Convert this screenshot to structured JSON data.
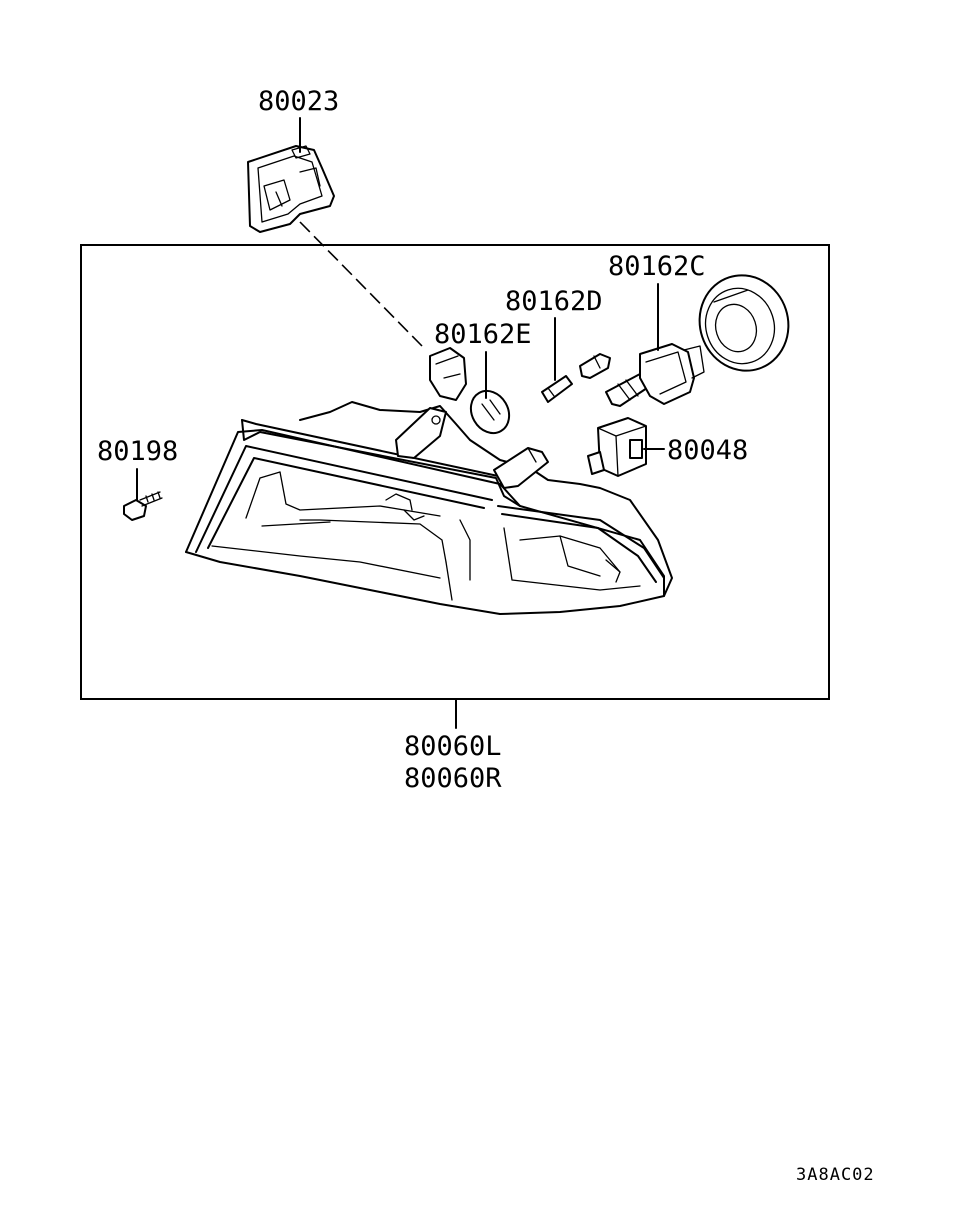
{
  "labels": {
    "p80023": "80023",
    "p80162C": "80162C",
    "p80162D": "80162D",
    "p80162E": "80162E",
    "p80198": "80198",
    "p80048": "80048",
    "p80060L": "80060L",
    "p80060R": "80060R"
  },
  "figure_code": "3A8AC02"
}
